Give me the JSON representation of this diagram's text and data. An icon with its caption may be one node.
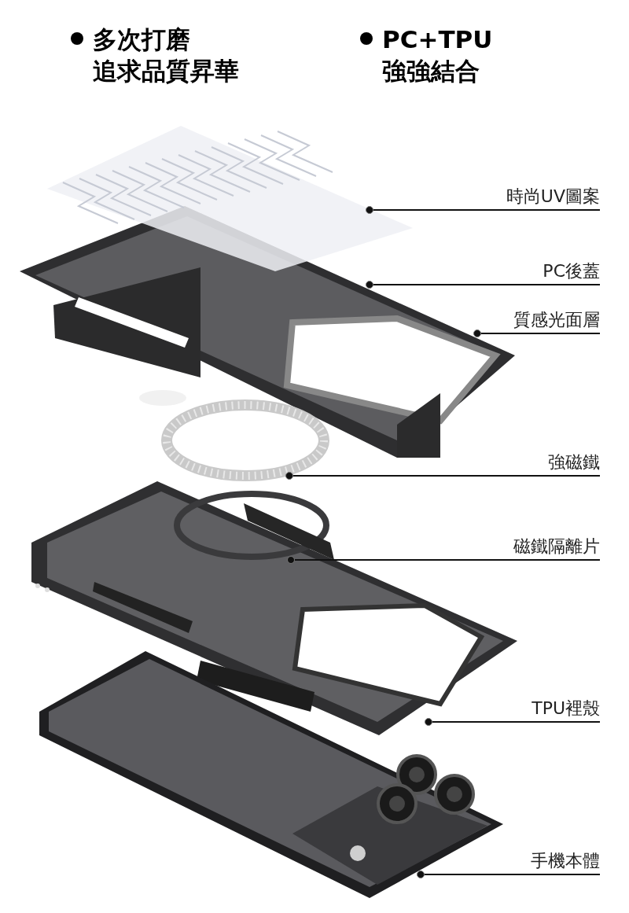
{
  "diagram": {
    "nodes": [
      {
        "text": [
          "時尚UV圖案"
        ]
      },
      {
        "text": [
          "PC後蓋"
        ]
      },
      {
        "text": [
          "質感光面層"
        ]
      },
      {
        "text": [
          "強磁鐵"
        ]
      },
      {
        "text": [
          "磁鐵隔離片"
        ]
      },
      {
        "text": [
          "TPU裡殼"
        ]
      },
      {
        "text": [
          "手機本體"
        ]
      },
      {
        "text": [],
        "shape": "picture"
      },
      {
        "text": [],
        "shape": "picture"
      },
      {
        "text": [],
        "shape": "picture"
      },
      {
        "text": [],
        "shape": "picture",
        "in": 11
      },
      {
        "text": [],
        "shape": "picture"
      },
      {
        "text": [],
        "shape": "picture"
      }
    ],
    "edges": [
      {
        "from": 0,
        "to": 7,
        "arrow": "other"
      },
      {
        "from": 1,
        "to": 8,
        "arrow": "other"
      },
      {
        "from": 2,
        "to": 8,
        "arrow": "other"
      },
      {
        "from": 3,
        "to": 9,
        "arrow": "other"
      },
      {
        "from": 4,
        "to": 10,
        "arrow": "other"
      },
      {
        "from": 5,
        "to": 11,
        "arrow": "other"
      },
      {
        "from": 6,
        "to": 12,
        "arrow": "other"
      }
    ],
    "labels": [
      "多次打磨",
      "追求品質昇華",
      "PC+TPU",
      "強強結合"
    ]
  }
}
